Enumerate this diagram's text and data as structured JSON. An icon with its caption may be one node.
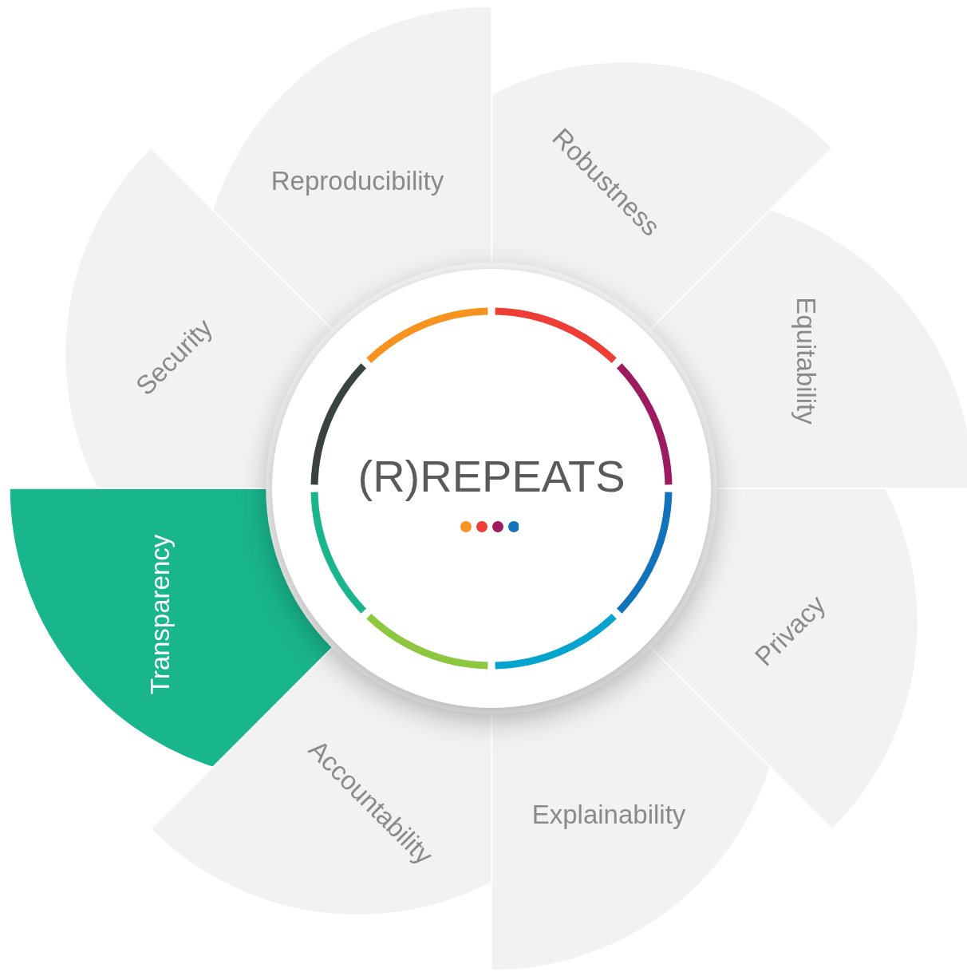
{
  "diagram": {
    "nodes": [
      {
        "text": [
          "Reproducibility"
        ]
      },
      {
        "text": [
          "Robustness"
        ]
      },
      {
        "text": [
          "Equitability"
        ]
      },
      {
        "text": [
          "Privacy"
        ]
      },
      {
        "text": [
          "Explainability"
        ]
      },
      {
        "text": [
          "Accountability"
        ]
      },
      {
        "text": [
          "Transparency"
        ]
      },
      {
        "text": [
          "Security"
        ]
      },
      {
        "text": [
          "(R)REPEATS"
        ]
      }
    ]
  }
}
